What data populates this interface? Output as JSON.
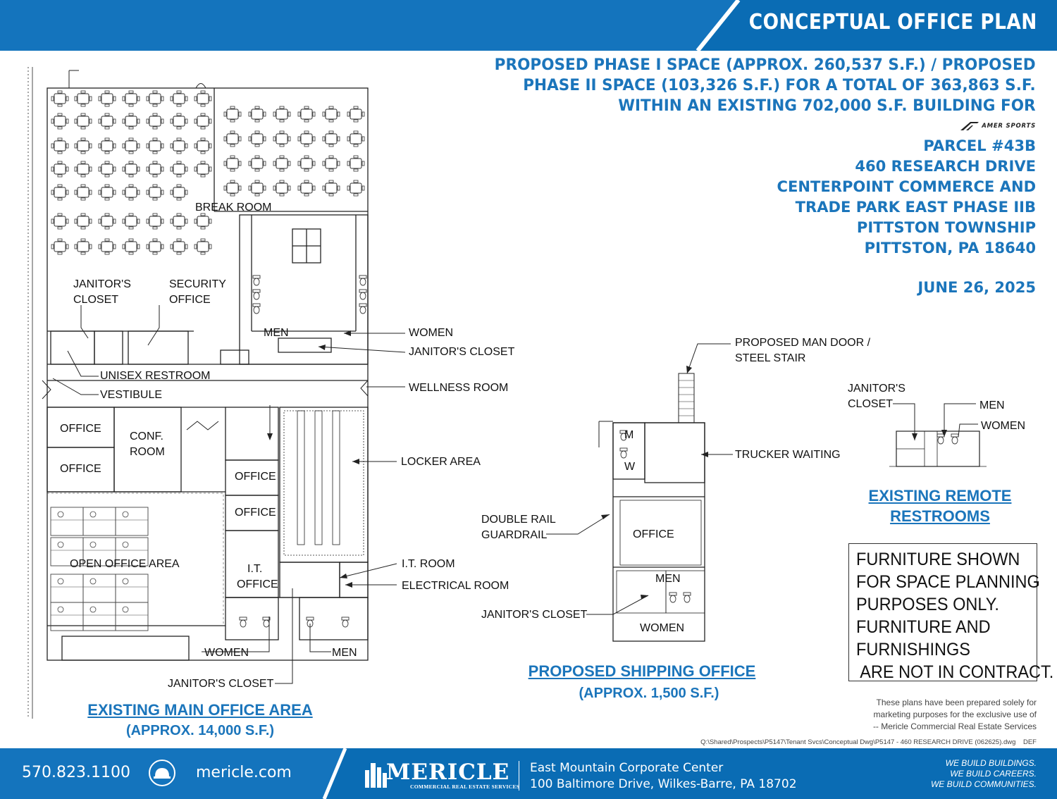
{
  "header": {
    "title": "CONCEPTUAL OFFICE PLAN",
    "description": [
      "PROPOSED PHASE I SPACE (APPROX. 260,537 S.F.) / PROPOSED",
      "PHASE II SPACE (103,326 S.F.) FOR A TOTAL OF 363,863 S.F.",
      "WITHIN AN EXISTING 702,000 S.F. BUILDING FOR"
    ],
    "client_logo": "AMER SPORTS",
    "address": [
      "PARCEL #43B",
      "460 RESEARCH DRIVE",
      "CENTERPOINT COMMERCE AND",
      "TRADE PARK EAST PHASE IIB",
      "PITTSTON TOWNSHIP",
      "PITTSTON, PA 18640"
    ],
    "date": "JUNE 26, 2025",
    "colors": {
      "band": "#0a6cb4",
      "band_dark": "#085b98",
      "title_text": "#1b75bb"
    }
  },
  "main_office": {
    "title": "EXISTING MAIN OFFICE AREA",
    "subtitle": "(APPROX. 14,000 S.F.)",
    "labels": {
      "break_room": "BREAK ROOM",
      "janitors_closet_1": "JANITOR'S",
      "janitors_closet_2": "CLOSET",
      "security_1": "SECURITY",
      "security_2": "OFFICE",
      "men": "MEN",
      "women": "WOMEN",
      "janitors_closet_callout": "JANITOR'S CLOSET",
      "unisex_restroom": "UNISEX RESTROOM",
      "vestibule": "VESTIBULE",
      "wellness_room": "WELLNESS ROOM",
      "office_a": "OFFICE",
      "office_b": "OFFICE",
      "conf_1": "CONF.",
      "conf_2": "ROOM",
      "locker_area": "LOCKER AREA",
      "office_c": "OFFICE",
      "office_d": "OFFICE",
      "open_office": "OPEN OFFICE AREA",
      "it_office_1": "I.T.",
      "it_office_2": "OFFICE",
      "it_room": "I.T. ROOM",
      "electrical_room": "ELECTRICAL ROOM",
      "women_bottom": "WOMEN",
      "men_bottom": "MEN",
      "janitors_closet_bottom": "JANITOR'S CLOSET"
    }
  },
  "shipping_office": {
    "title": "PROPOSED SHIPPING OFFICE",
    "subtitle": "(APPROX. 1,500 S.F.)",
    "labels": {
      "man_door_1": "PROPOSED MAN DOOR /",
      "man_door_2": "STEEL STAIR",
      "m": "M",
      "w": "W",
      "trucker_waiting": "TRUCKER WAITING",
      "guardrail_1": "DOUBLE RAIL",
      "guardrail_2": "GUARDRAIL",
      "office": "OFFICE",
      "men": "MEN",
      "janitors_closet": "JANITOR'S CLOSET",
      "women": "WOMEN"
    }
  },
  "remote_restrooms": {
    "title_1": "EXISTING REMOTE",
    "title_2": "RESTROOMS",
    "labels": {
      "janitors_1": "JANITOR'S",
      "janitors_2": "CLOSET",
      "men": "MEN",
      "women": "WOMEN"
    }
  },
  "note": [
    "FURNITURE SHOWN",
    "FOR SPACE PLANNING",
    "PURPOSES ONLY.",
    "FURNITURE AND",
    "FURNISHINGS",
    " ARE NOT IN CONTRACT."
  ],
  "disclaimer": [
    "These plans have been prepared solely for",
    "marketing purposes for the exclusive use of",
    "-- Mericle Commercial Real Estate Services"
  ],
  "file_path": "Q:\\Shared\\Prospects\\P5147\\Tenant Svcs\\Conceptual Dwg\\P5147 - 460 RESEARCH DRIVE (062625).dwg    DEF",
  "footer": {
    "phone": "570.823.1100",
    "website": "mericle.com",
    "brand": "MERICLE",
    "brand_sub": "COMMERCIAL REAL ESTATE SERVICES",
    "address_1": "East Mountain Corporate Center",
    "address_2": "100 Baltimore Drive, Wilkes-Barre, PA 18702",
    "taglines": [
      "WE BUILD BUILDINGS.",
      "WE BUILD CAREERS.",
      "WE BUILD COMMUNITIES."
    ],
    "icon": "hard-hat-icon"
  }
}
